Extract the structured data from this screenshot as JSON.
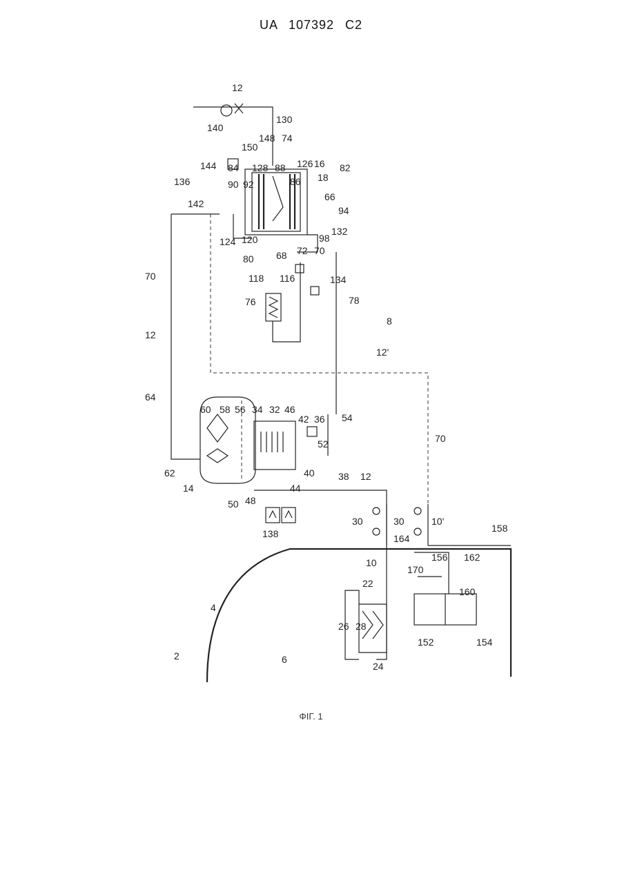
{
  "header": {
    "patent_number": "UA 107392 C2"
  },
  "caption": {
    "text": "ΦIΓ. 1"
  },
  "labels": [
    "12",
    "140",
    "130",
    "150",
    "148",
    "74",
    "144",
    "84",
    "128",
    "88",
    "126",
    "16",
    "136",
    "90",
    "92",
    "86",
    "18",
    "82",
    "142",
    "66",
    "94",
    "124",
    "120",
    "80",
    "68",
    "72",
    "70",
    "98",
    "132",
    "118",
    "116",
    "134",
    "76",
    "78",
    "8",
    "70",
    "12",
    "64",
    "12'",
    "60",
    "58",
    "56",
    "34",
    "32",
    "46",
    "42",
    "36",
    "54",
    "62",
    "14",
    "52",
    "70",
    "50",
    "48",
    "44",
    "40",
    "38",
    "12",
    "138",
    "30",
    "30",
    "164",
    "10'",
    "10",
    "156",
    "162",
    "158",
    "170",
    "22",
    "4",
    "160",
    "28",
    "26",
    "2",
    "6",
    "24",
    "152",
    "154"
  ]
}
